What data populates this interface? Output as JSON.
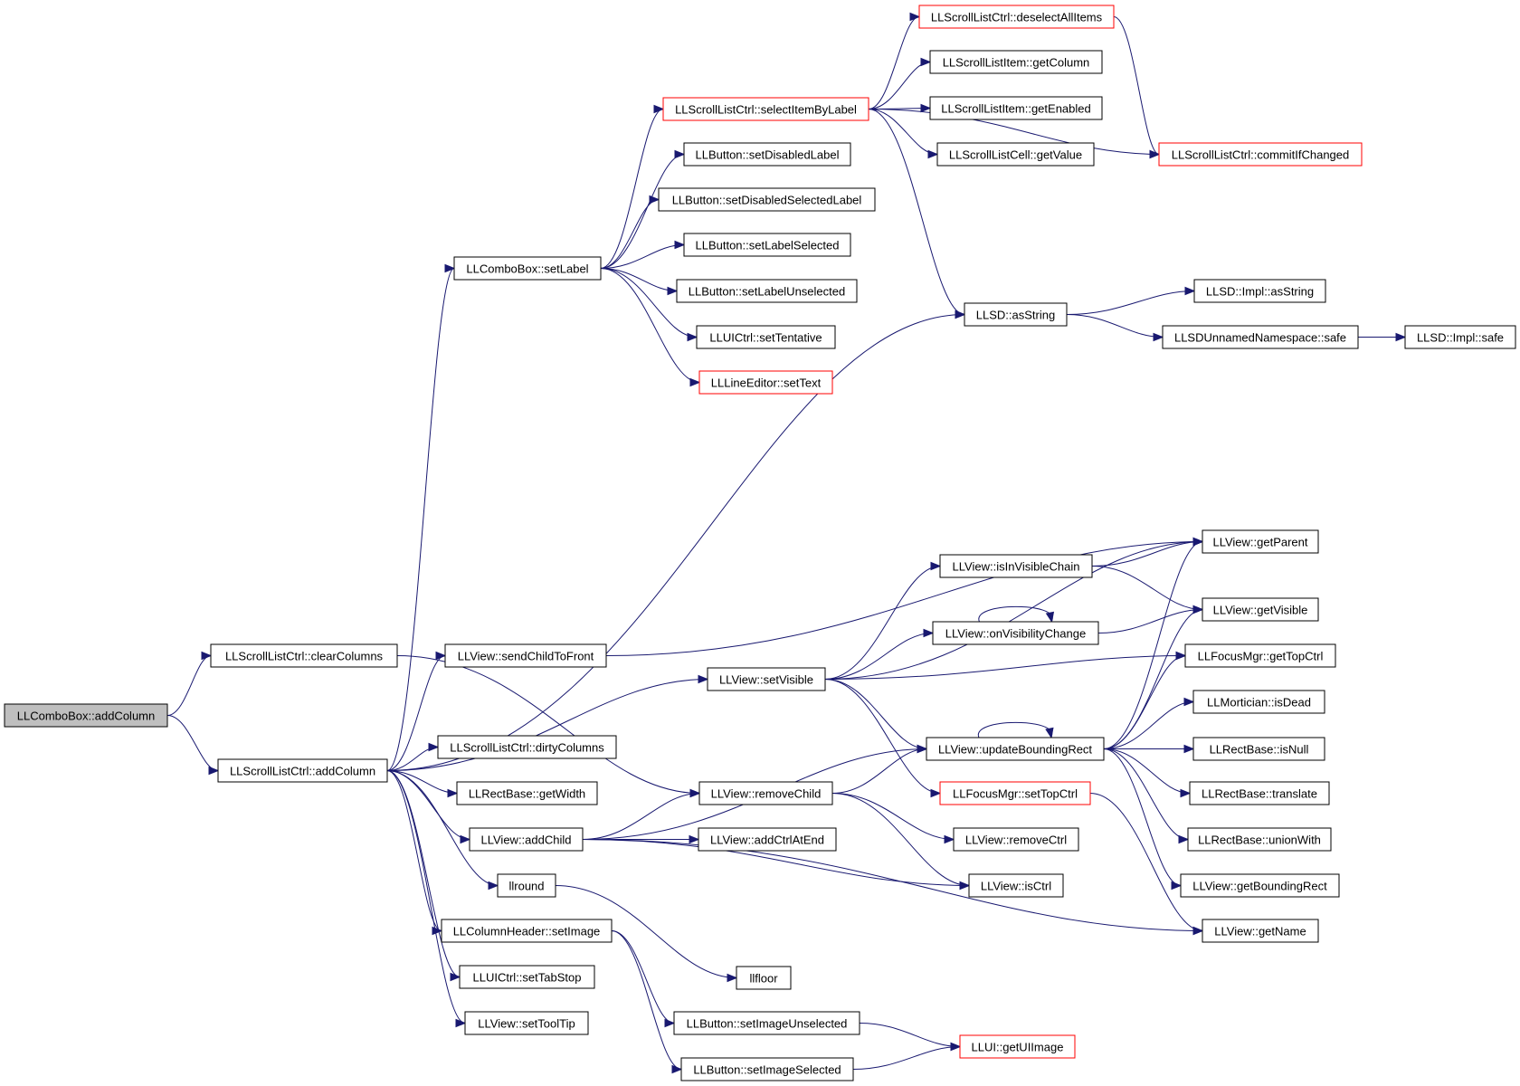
{
  "colors": {
    "edge": "#191970",
    "node_border": "#000000",
    "truncated_border": "#ff0000",
    "root_fill": "#bfbfbf"
  },
  "nodes": [
    {
      "id": "root",
      "label": "LLComboBox::addColumn",
      "style": "root"
    },
    {
      "id": "slc_clearColumns",
      "label": "LLScrollListCtrl::clearColumns",
      "style": "normal"
    },
    {
      "id": "slc_addColumn",
      "label": "LLScrollListCtrl::addColumn",
      "style": "normal"
    },
    {
      "id": "cb_setLabel",
      "label": "LLComboBox::setLabel",
      "style": "normal"
    },
    {
      "id": "slc_selectItemByLabel",
      "label": "LLScrollListCtrl::selectItemByLabel",
      "style": "red"
    },
    {
      "id": "slc_deselectAllItems",
      "label": "LLScrollListCtrl::deselectAllItems",
      "style": "red"
    },
    {
      "id": "sli_getColumn",
      "label": "LLScrollListItem::getColumn",
      "style": "normal"
    },
    {
      "id": "sli_getEnabled",
      "label": "LLScrollListItem::getEnabled",
      "style": "normal"
    },
    {
      "id": "slcell_getValue",
      "label": "LLScrollListCell::getValue",
      "style": "normal"
    },
    {
      "id": "slc_commitIfChanged",
      "label": "LLScrollListCtrl::commitIfChanged",
      "style": "red"
    },
    {
      "id": "btn_setDisabledLabel",
      "label": "LLButton::setDisabledLabel",
      "style": "normal"
    },
    {
      "id": "btn_setDisabledSelectedLabel",
      "label": "LLButton::setDisabledSelectedLabel",
      "style": "normal"
    },
    {
      "id": "btn_setLabelSelected",
      "label": "LLButton::setLabelSelected",
      "style": "normal"
    },
    {
      "id": "btn_setLabelUnselected",
      "label": "LLButton::setLabelUnselected",
      "style": "normal"
    },
    {
      "id": "uictrl_setTentative",
      "label": "LLUICtrl::setTentative",
      "style": "normal"
    },
    {
      "id": "le_setText",
      "label": "LLLineEditor::setText",
      "style": "red"
    },
    {
      "id": "llsd_asString",
      "label": "LLSD::asString",
      "style": "normal"
    },
    {
      "id": "llsdimpl_asString",
      "label": "LLSD::Impl::asString",
      "style": "normal"
    },
    {
      "id": "llsdns_safe",
      "label": "LLSDUnnamedNamespace::safe",
      "style": "normal"
    },
    {
      "id": "llsdimpl_safe",
      "label": "LLSD::Impl::safe",
      "style": "normal"
    },
    {
      "id": "view_sendChildToFront",
      "label": "LLView::sendChildToFront",
      "style": "normal"
    },
    {
      "id": "view_setVisible",
      "label": "LLView::setVisible",
      "style": "normal"
    },
    {
      "id": "view_isInVisibleChain",
      "label": "LLView::isInVisibleChain",
      "style": "normal"
    },
    {
      "id": "view_onVisibilityChange",
      "label": "LLView::onVisibilityChange",
      "style": "normal"
    },
    {
      "id": "view_getParent",
      "label": "LLView::getParent",
      "style": "normal"
    },
    {
      "id": "view_getVisible",
      "label": "LLView::getVisible",
      "style": "normal"
    },
    {
      "id": "fm_getTopCtrl",
      "label": "LLFocusMgr::getTopCtrl",
      "style": "normal"
    },
    {
      "id": "mort_isDead",
      "label": "LLMortician::isDead",
      "style": "normal"
    },
    {
      "id": "view_updateBoundingRect",
      "label": "LLView::updateBoundingRect",
      "style": "normal"
    },
    {
      "id": "rect_isNull",
      "label": "LLRectBase::isNull",
      "style": "normal"
    },
    {
      "id": "rect_translate",
      "label": "LLRectBase::translate",
      "style": "normal"
    },
    {
      "id": "rect_unionWith",
      "label": "LLRectBase::unionWith",
      "style": "normal"
    },
    {
      "id": "view_getBoundingRect",
      "label": "LLView::getBoundingRect",
      "style": "normal"
    },
    {
      "id": "view_getName",
      "label": "LLView::getName",
      "style": "normal"
    },
    {
      "id": "slc_dirtyColumns",
      "label": "LLScrollListCtrl::dirtyColumns",
      "style": "normal"
    },
    {
      "id": "rect_getWidth",
      "label": "LLRectBase::getWidth",
      "style": "normal"
    },
    {
      "id": "view_removeChild",
      "label": "LLView::removeChild",
      "style": "normal"
    },
    {
      "id": "fm_setTopCtrl",
      "label": "LLFocusMgr::setTopCtrl",
      "style": "red"
    },
    {
      "id": "view_addChild",
      "label": "LLView::addChild",
      "style": "normal"
    },
    {
      "id": "view_addCtrlAtEnd",
      "label": "LLView::addCtrlAtEnd",
      "style": "normal"
    },
    {
      "id": "view_removeCtrl",
      "label": "LLView::removeCtrl",
      "style": "normal"
    },
    {
      "id": "view_isCtrl",
      "label": "LLView::isCtrl",
      "style": "normal"
    },
    {
      "id": "llround",
      "label": "llround",
      "style": "normal"
    },
    {
      "id": "ch_setImage",
      "label": "LLColumnHeader::setImage",
      "style": "normal"
    },
    {
      "id": "llfloor",
      "label": "llfloor",
      "style": "normal"
    },
    {
      "id": "uictrl_setTabStop",
      "label": "LLUICtrl::setTabStop",
      "style": "normal"
    },
    {
      "id": "view_setToolTip",
      "label": "LLView::setToolTip",
      "style": "normal"
    },
    {
      "id": "btn_setImageUnselected",
      "label": "LLButton::setImageUnselected",
      "style": "normal"
    },
    {
      "id": "btn_setImageSelected",
      "label": "LLButton::setImageSelected",
      "style": "normal"
    },
    {
      "id": "ui_getUIImage",
      "label": "LLUI::getUIImage",
      "style": "red"
    }
  ],
  "edges": [
    [
      "root",
      "slc_clearColumns"
    ],
    [
      "root",
      "slc_addColumn"
    ],
    [
      "slc_clearColumns",
      "view_removeChild"
    ],
    [
      "slc_addColumn",
      "cb_setLabel"
    ],
    [
      "slc_addColumn",
      "llsd_asString"
    ],
    [
      "slc_addColumn",
      "view_sendChildToFront"
    ],
    [
      "slc_addColumn",
      "view_setVisible"
    ],
    [
      "slc_addColumn",
      "slc_dirtyColumns"
    ],
    [
      "slc_addColumn",
      "rect_getWidth"
    ],
    [
      "slc_addColumn",
      "view_addChild"
    ],
    [
      "slc_addColumn",
      "llround"
    ],
    [
      "slc_addColumn",
      "ch_setImage"
    ],
    [
      "slc_addColumn",
      "uictrl_setTabStop"
    ],
    [
      "slc_addColumn",
      "view_setToolTip"
    ],
    [
      "cb_setLabel",
      "slc_selectItemByLabel"
    ],
    [
      "cb_setLabel",
      "btn_setDisabledLabel"
    ],
    [
      "cb_setLabel",
      "btn_setDisabledSelectedLabel"
    ],
    [
      "cb_setLabel",
      "btn_setLabelSelected"
    ],
    [
      "cb_setLabel",
      "btn_setLabelUnselected"
    ],
    [
      "cb_setLabel",
      "uictrl_setTentative"
    ],
    [
      "cb_setLabel",
      "le_setText"
    ],
    [
      "slc_selectItemByLabel",
      "slc_deselectAllItems"
    ],
    [
      "slc_selectItemByLabel",
      "sli_getColumn"
    ],
    [
      "slc_selectItemByLabel",
      "sli_getEnabled"
    ],
    [
      "slc_selectItemByLabel",
      "slcell_getValue"
    ],
    [
      "slc_selectItemByLabel",
      "slc_commitIfChanged"
    ],
    [
      "slc_selectItemByLabel",
      "llsd_asString"
    ],
    [
      "slc_deselectAllItems",
      "slc_commitIfChanged"
    ],
    [
      "llsd_asString",
      "llsdimpl_asString"
    ],
    [
      "llsd_asString",
      "llsdns_safe"
    ],
    [
      "llsdns_safe",
      "llsdimpl_safe"
    ],
    [
      "view_sendChildToFront",
      "view_getParent"
    ],
    [
      "view_setVisible",
      "view_getParent"
    ],
    [
      "view_setVisible",
      "view_isInVisibleChain"
    ],
    [
      "view_setVisible",
      "view_onVisibilityChange"
    ],
    [
      "view_setVisible",
      "fm_getTopCtrl"
    ],
    [
      "view_setVisible",
      "view_updateBoundingRect"
    ],
    [
      "view_setVisible",
      "fm_setTopCtrl"
    ],
    [
      "view_isInVisibleChain",
      "view_getParent"
    ],
    [
      "view_isInVisibleChain",
      "view_getVisible"
    ],
    [
      "view_onVisibilityChange",
      "view_onVisibilityChange"
    ],
    [
      "view_onVisibilityChange",
      "view_getVisible"
    ],
    [
      "view_updateBoundingRect",
      "view_updateBoundingRect"
    ],
    [
      "view_updateBoundingRect",
      "view_getParent"
    ],
    [
      "view_updateBoundingRect",
      "view_getVisible"
    ],
    [
      "view_updateBoundingRect",
      "fm_getTopCtrl"
    ],
    [
      "view_updateBoundingRect",
      "mort_isDead"
    ],
    [
      "view_updateBoundingRect",
      "rect_isNull"
    ],
    [
      "view_updateBoundingRect",
      "rect_translate"
    ],
    [
      "view_updateBoundingRect",
      "rect_unionWith"
    ],
    [
      "view_updateBoundingRect",
      "view_getBoundingRect"
    ],
    [
      "view_addChild",
      "view_updateBoundingRect"
    ],
    [
      "view_addChild",
      "view_removeChild"
    ],
    [
      "view_addChild",
      "view_addCtrlAtEnd"
    ],
    [
      "view_addChild",
      "view_isCtrl"
    ],
    [
      "view_addChild",
      "view_getName"
    ],
    [
      "view_removeChild",
      "view_updateBoundingRect"
    ],
    [
      "view_removeChild",
      "view_removeCtrl"
    ],
    [
      "view_removeChild",
      "view_isCtrl"
    ],
    [
      "fm_setTopCtrl",
      "view_getName"
    ],
    [
      "llround",
      "llfloor"
    ],
    [
      "ch_setImage",
      "btn_setImageUnselected"
    ],
    [
      "ch_setImage",
      "btn_setImageSelected"
    ],
    [
      "btn_setImageUnselected",
      "ui_getUIImage"
    ],
    [
      "btn_setImageSelected",
      "ui_getUIImage"
    ]
  ]
}
